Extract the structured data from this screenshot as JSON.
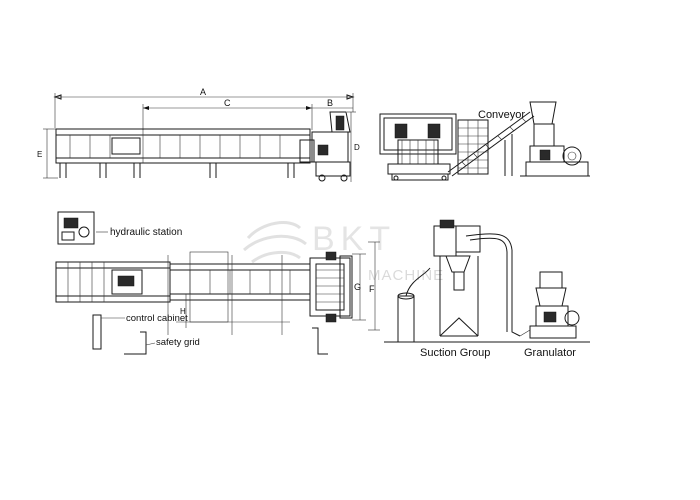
{
  "dimensions": {
    "A": "A",
    "B": "B",
    "C": "C",
    "D": "D",
    "E": "E",
    "F": "F",
    "G": "G",
    "H": "H"
  },
  "labels": {
    "conveyor": "Conveyor",
    "hydraulic_station": "hydraulic station",
    "control_cabinet": "control cabinet",
    "safety_grid": "safety grid",
    "suction_group": "Suction Group",
    "granulator": "Granulator"
  },
  "watermark": {
    "brand_top": "BKT",
    "brand_bottom": "MACHINE",
    "color": "#c9c9c9"
  },
  "colors": {
    "line": "#1a1a1a",
    "background": "#ffffff"
  }
}
